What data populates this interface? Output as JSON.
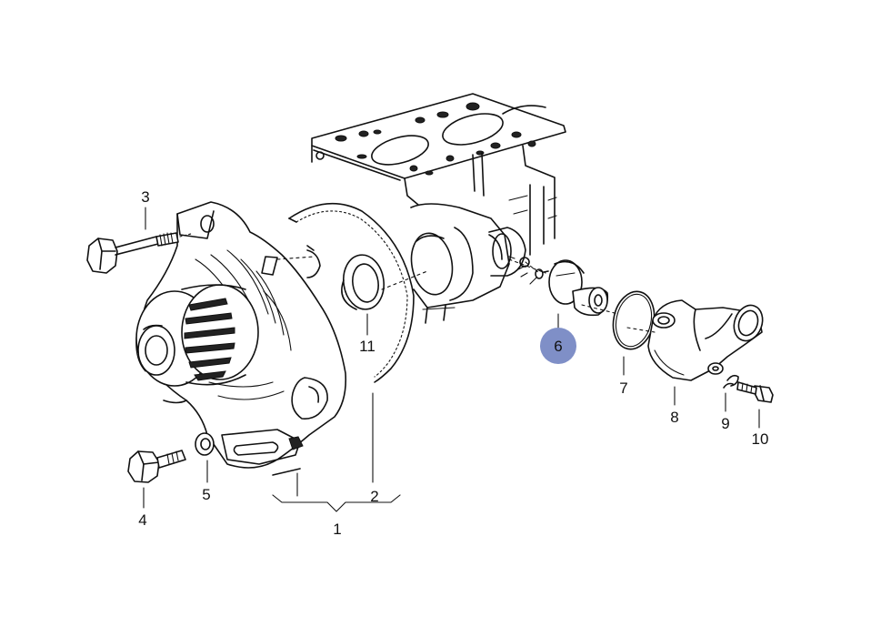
{
  "diagram": {
    "highlight_color": "#7f8fc7",
    "line_color": "#111111",
    "callouts": {
      "c1": "1",
      "c2": "2",
      "c3": "3",
      "c4": "4",
      "c5": "5",
      "c6": "6",
      "c7": "7",
      "c8": "8",
      "c9": "9",
      "c10": "10",
      "c11": "11"
    },
    "highlighted_callout": "6"
  }
}
